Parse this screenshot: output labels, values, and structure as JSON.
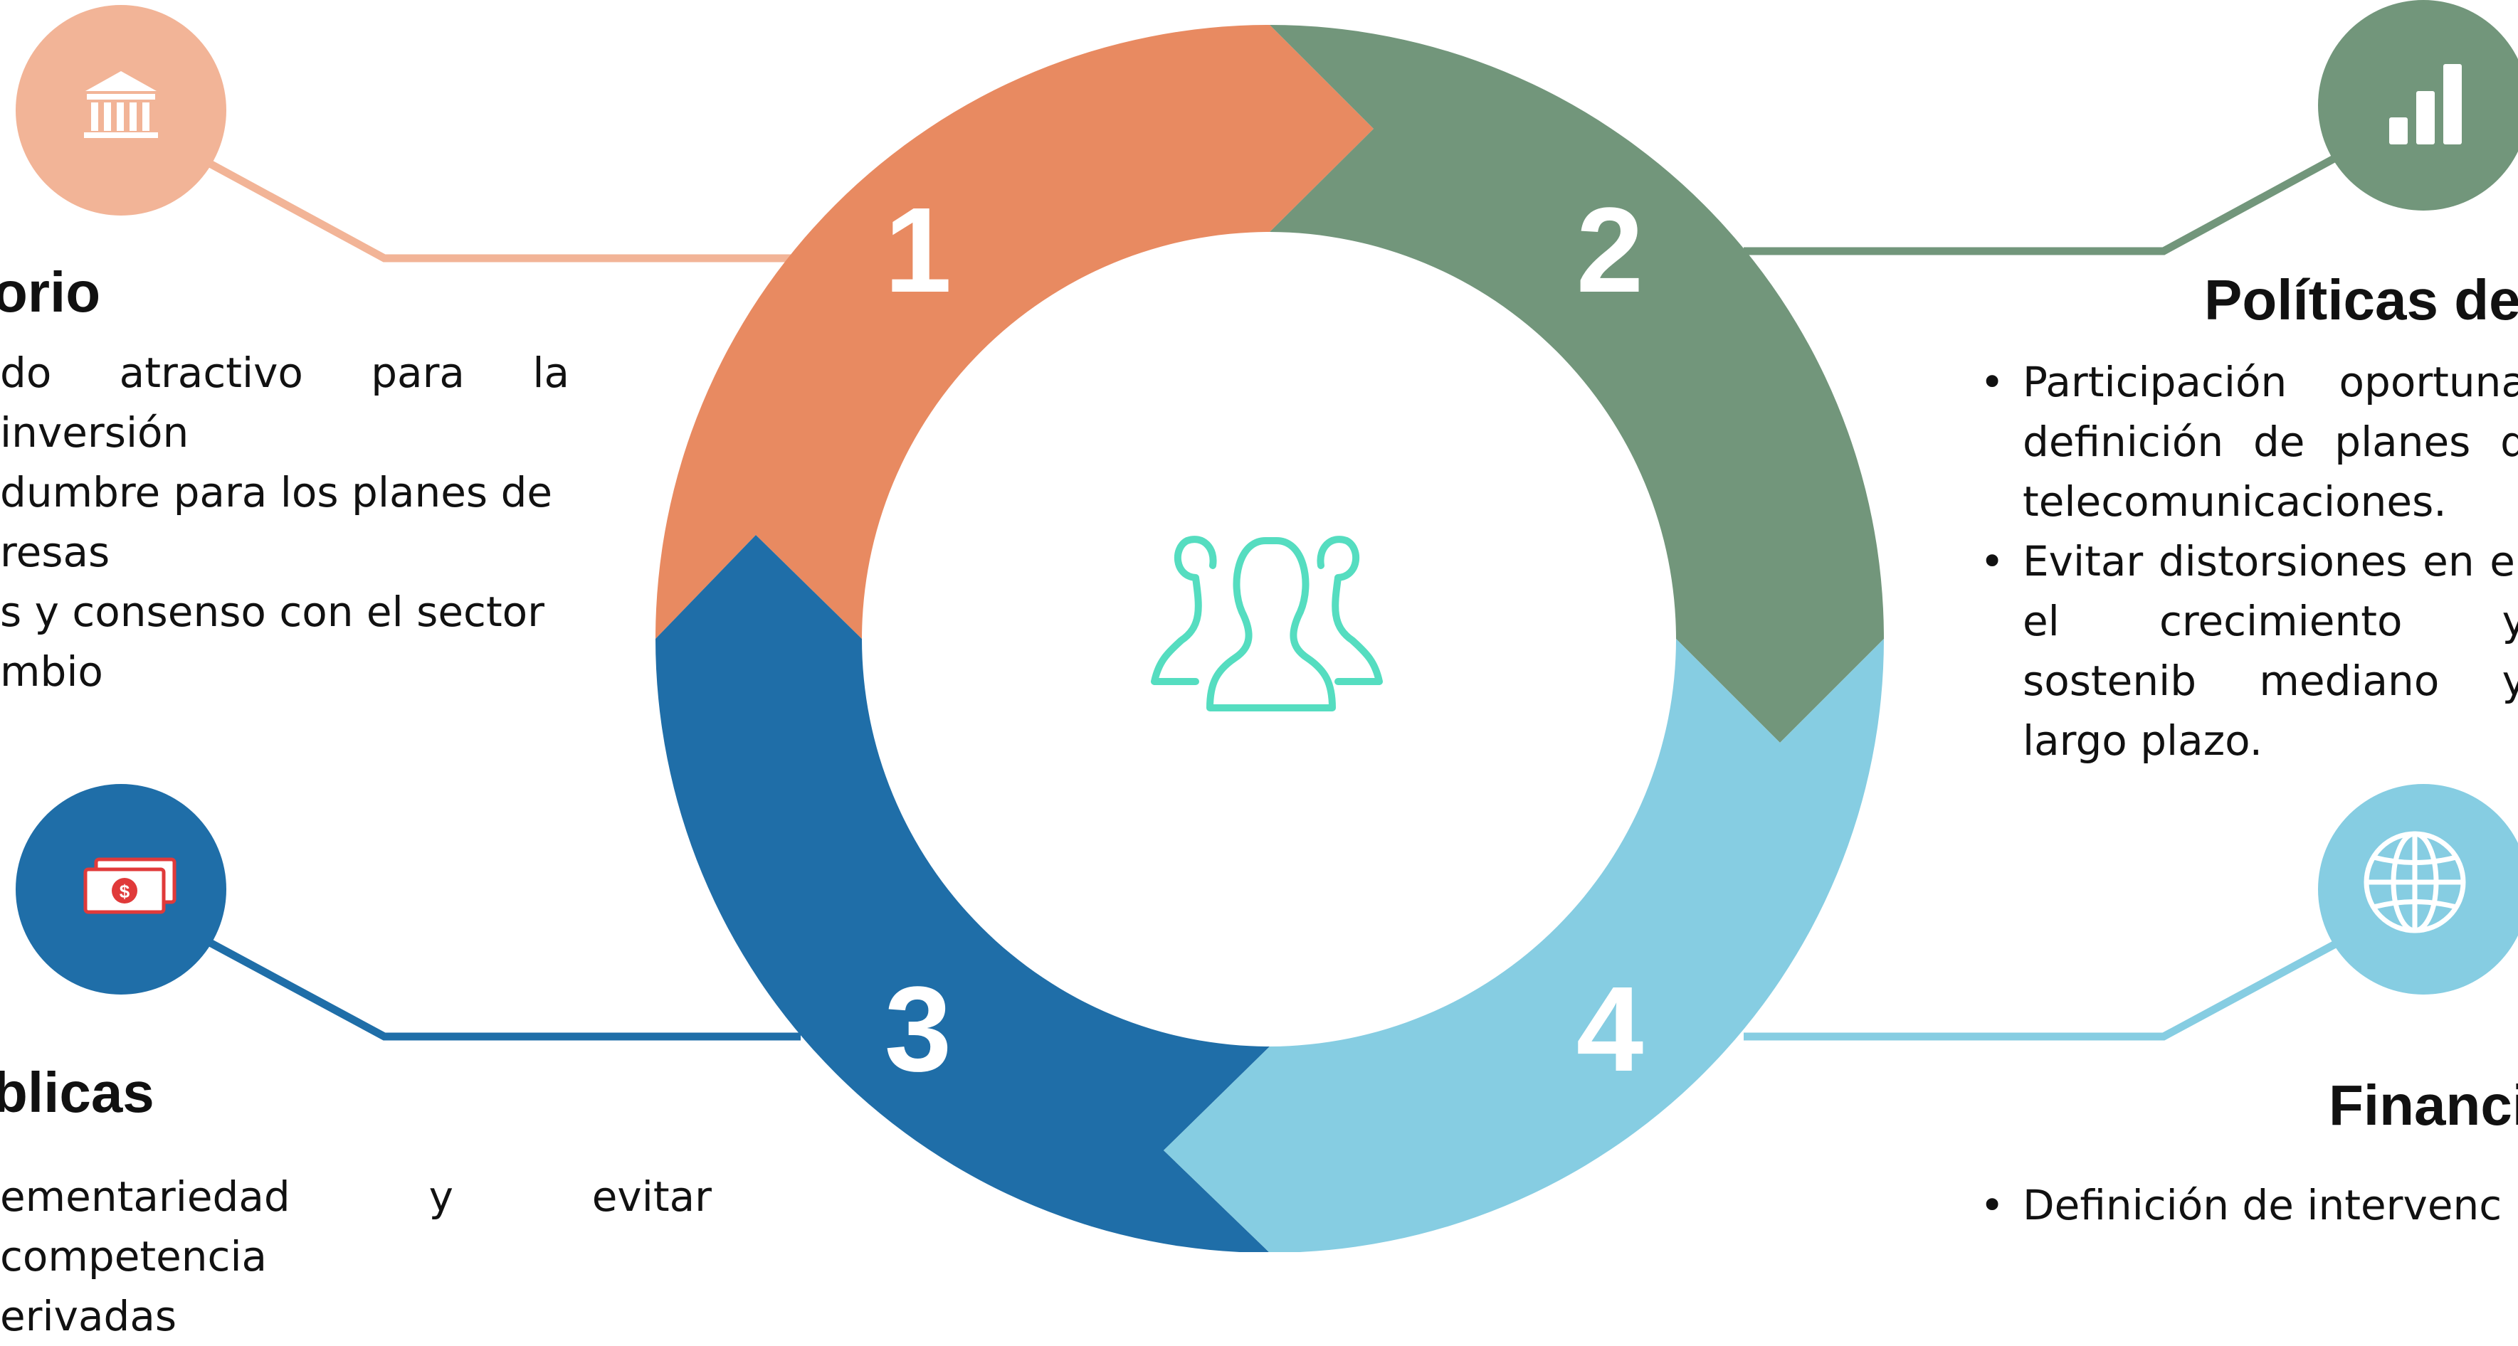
{
  "colors": {
    "orange": "#E88A61",
    "green": "#72967B",
    "blue": "#1F6EA8",
    "light_blue": "#86CDE2",
    "peach": "#F2B497",
    "center_icon": "#55DDC0"
  },
  "segments": [
    {
      "number": "1",
      "color": "orange"
    },
    {
      "number": "2",
      "color": "green"
    },
    {
      "number": "3",
      "color": "blue"
    },
    {
      "number": "4",
      "color": "light_blue"
    }
  ],
  "center_icon": "people-group-icon",
  "panels": {
    "p1": {
      "icon": "bank-building-icon",
      "title": "orio",
      "lines": [
        "do atractivo para la inversión",
        "dumbre para los planes de",
        "resas",
        "s y consenso con el sector",
        "mbio"
      ]
    },
    "p2": {
      "icon": "bar-chart-icon",
      "title": "Políticas de",
      "bullets": [
        "Participación oportuna definición de planes d telecomunicaciones.",
        "Evitar distorsiones en el el crecimiento y sostenib mediano y largo plazo."
      ]
    },
    "p3": {
      "icon": "money-bills-icon",
      "title": "blicas",
      "lines": [
        "ementariedad y evitar competencia",
        "erivadas"
      ]
    },
    "p4": {
      "icon": "globe-icon",
      "title": "Financi",
      "bullets": [
        "Definición de intervenc"
      ]
    }
  }
}
